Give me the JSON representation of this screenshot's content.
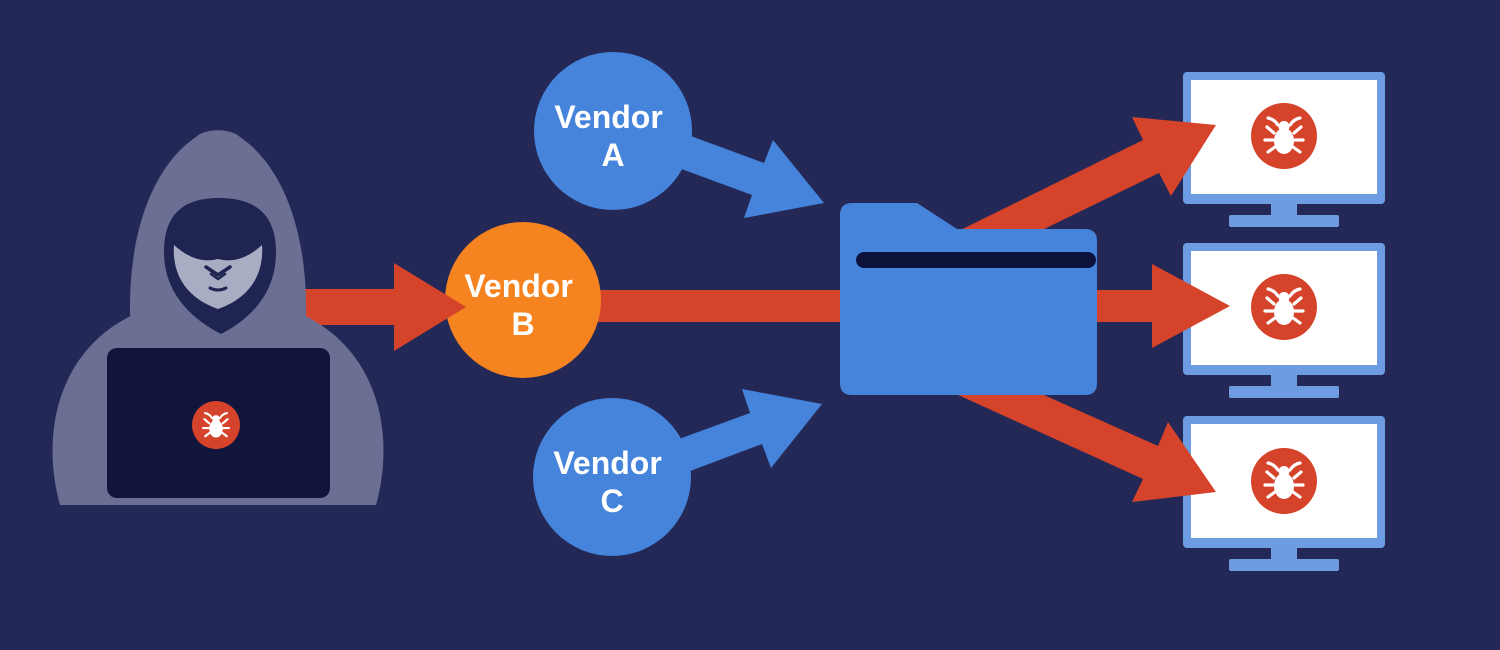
{
  "palette": {
    "background": "#232856",
    "blue": "#4584da",
    "light_blue": "#6d9ce2",
    "orange": "#f5831f",
    "red": "#d5432a",
    "dark_navy": "#11153c",
    "slot_navy": "#0d123a",
    "hood_gray": "#6a6f93",
    "face_gray": "#a8adc4",
    "shadow_navy": "#1f2450",
    "white": "#ffffff"
  },
  "diagram": {
    "attacker": {
      "icon": "hooded-hacker-icon",
      "laptop_icon": "laptop-icon",
      "malware_icon": "bug-icon"
    },
    "vendors": [
      {
        "id": "vendor-a",
        "line1": "Vendor",
        "line2": "A",
        "color_key": "blue"
      },
      {
        "id": "vendor-b",
        "line1": "Vendor",
        "line2": "B",
        "color_key": "orange"
      },
      {
        "id": "vendor-c",
        "line1": "Vendor",
        "line2": "C",
        "color_key": "blue"
      }
    ],
    "repository": {
      "icon": "folder-icon"
    },
    "computers": [
      {
        "icon": "monitor-icon",
        "malware_icon": "bug-icon"
      },
      {
        "icon": "monitor-icon",
        "malware_icon": "bug-icon"
      },
      {
        "icon": "monitor-icon",
        "malware_icon": "bug-icon"
      }
    ]
  }
}
